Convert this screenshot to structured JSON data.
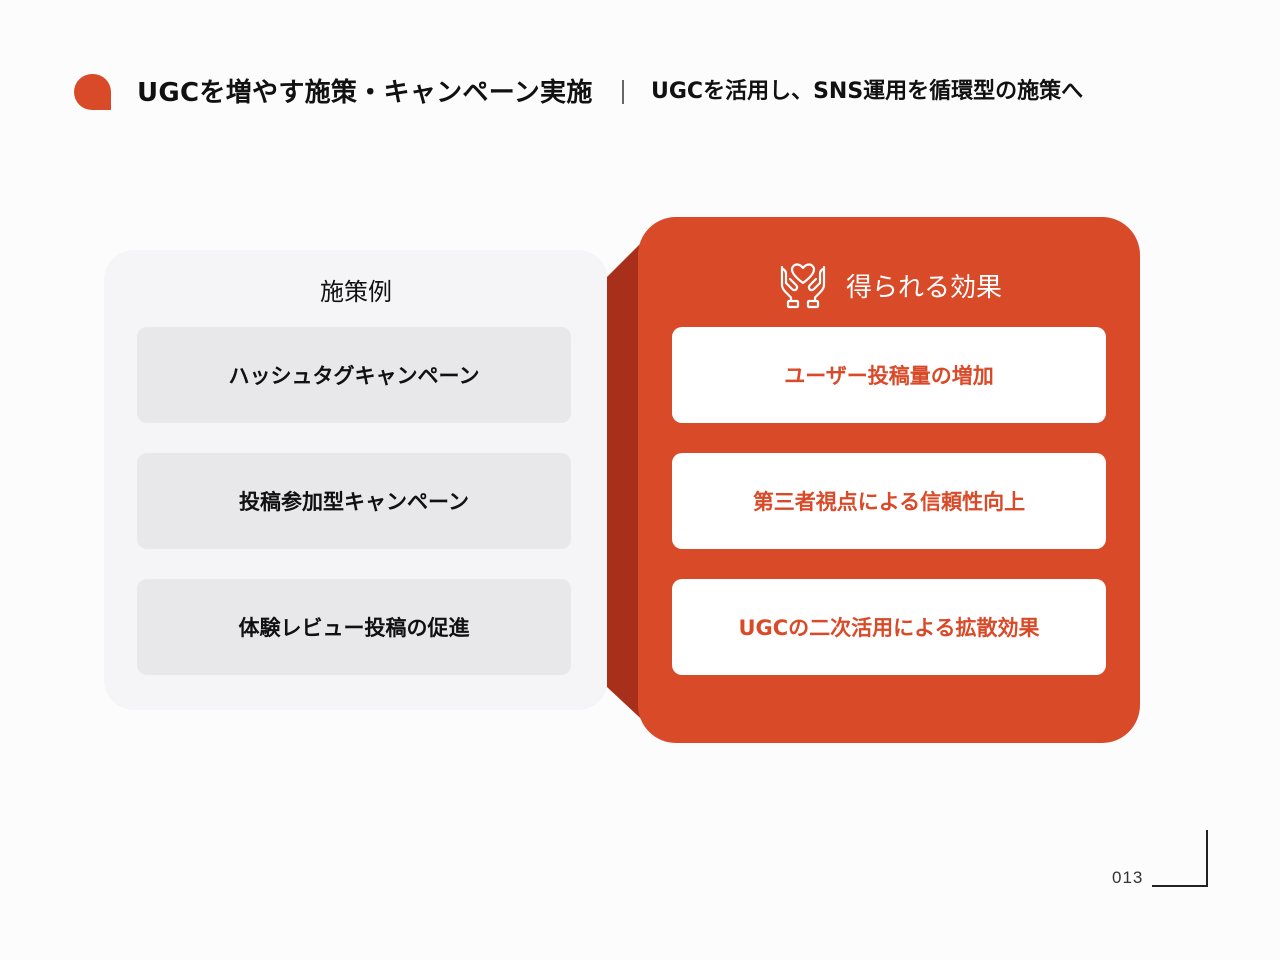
{
  "header": {
    "title": "UGCを増やす施策・キャンペーン実施",
    "subtitle": "UGCを活用し、SNS運用を循環型の施策へ",
    "accent_color": "#d94a28"
  },
  "left_panel": {
    "heading": "施策例",
    "items": [
      {
        "label": "ハッシュタグキャンペーン"
      },
      {
        "label": "投稿参加型キャンペーン"
      },
      {
        "label": "体験レビュー投稿の促進"
      }
    ]
  },
  "right_panel": {
    "icon": "hands-heart-icon",
    "heading": "得られる効果",
    "items": [
      {
        "label": "ユーザー投稿量の増加"
      },
      {
        "label": "第三者視点による信頼性向上"
      },
      {
        "label": "UGCの二次活用による拡散効果"
      }
    ],
    "color": "#d94a28"
  },
  "footer": {
    "page_number": "013"
  }
}
